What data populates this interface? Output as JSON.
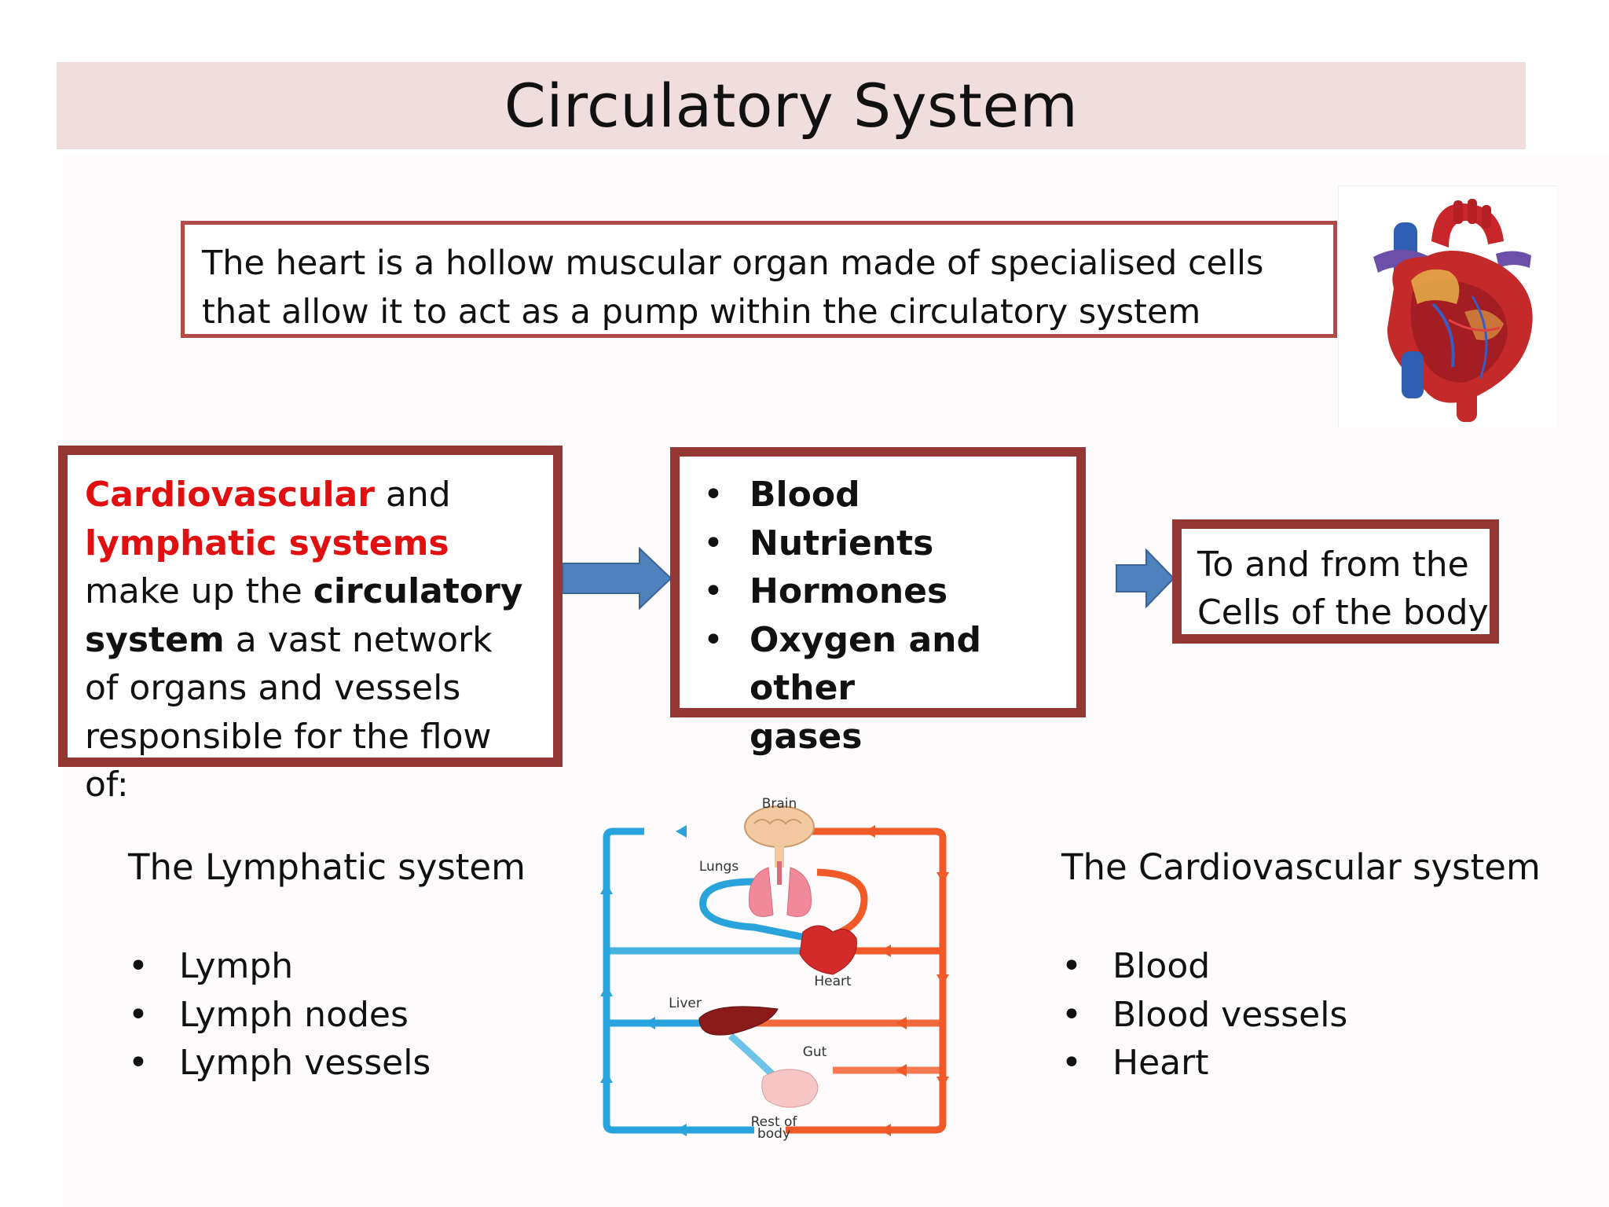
{
  "title": "Circulatory System",
  "definition": "The heart is a hollow muscular organ made of  specialised cells that allow it to act as a pump within the circulatory system",
  "intro": {
    "term1": "Cardiovascular",
    "text1": " and ",
    "term2": "lymphatic systems",
    "text2": " make up the ",
    "term3": "circulatory system",
    "text3": " a vast network of organs and vessels responsible for the flow of:"
  },
  "flow_items": [
    "Blood",
    "Nutrients",
    "Hormones",
    "Oxygen and other",
    "gases"
  ],
  "destination": "To and from the Cells of the body",
  "lymphatic": {
    "title": "The Lymphatic system",
    "items": [
      "Lymph",
      "Lymph nodes",
      "Lymph vessels"
    ]
  },
  "cardiovascular": {
    "title": "The Cardiovascular system",
    "items": [
      "Blood",
      "Blood vessels",
      "Heart"
    ]
  },
  "diagram_labels": {
    "brain": "Brain",
    "lungs": "Lungs",
    "heart": "Heart",
    "liver": "Liver",
    "gut": "Gut",
    "rest1": "Rest of",
    "rest2": "body"
  },
  "colors": {
    "title_band": "#f0dddd",
    "box_border": "#943634",
    "accent_red": "#e01010",
    "arrow_blue": "#4f81bd",
    "vein_blue": "#29a3db",
    "artery_red": "#f05a28"
  },
  "bullet": "•"
}
